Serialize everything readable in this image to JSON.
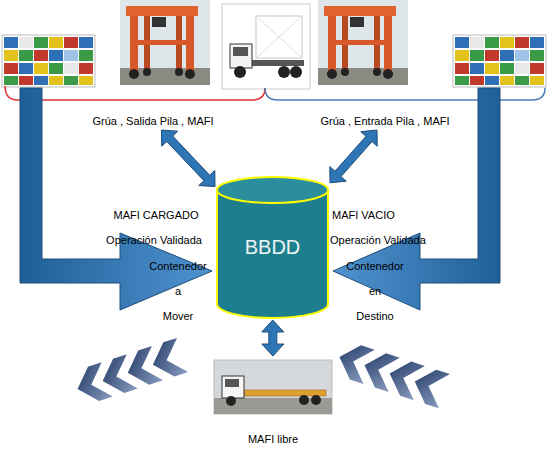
{
  "diagram": {
    "nodes": [
      {
        "text": [
          "Grúa , Salida Pila , MAFI"
        ]
      },
      {
        "text": [
          "Grúa , Entrada Pila , MAFI"
        ]
      },
      {
        "text": [
          "BBDD"
        ]
      },
      {
        "text": [
          "MAFI libre"
        ]
      }
    ],
    "edges": [
      {
        "from": 0,
        "to": 2,
        "arrow": "both"
      },
      {
        "from": 1,
        "to": 2,
        "arrow": "both"
      },
      {
        "from": 2,
        "to": 3,
        "arrow": "both"
      }
    ],
    "labels": [
      "MAFI CARGADO",
      "Operación Validada",
      "MAFI VACIO",
      "Operación Validada",
      "Contenedor a Mover",
      "Contenedor en Destino"
    ]
  }
}
